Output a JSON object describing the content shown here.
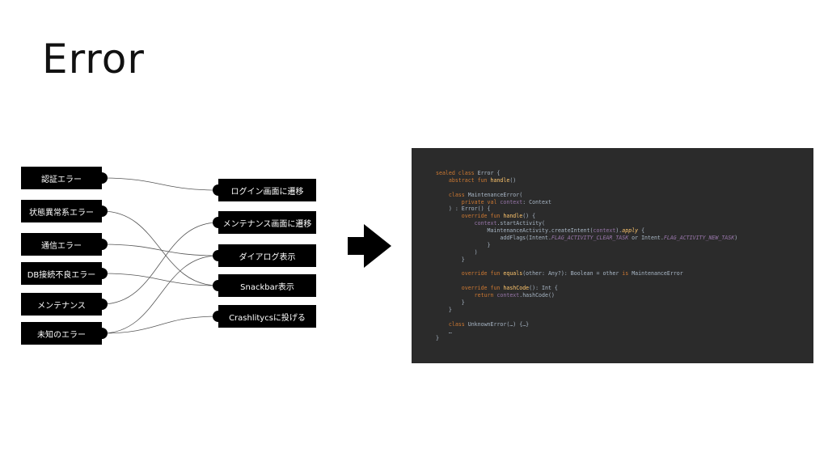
{
  "title": "Error",
  "errors": [
    "認証エラー",
    "状態異常系エラー",
    "通信エラー",
    "DB接続不良エラー",
    "メンテナンス",
    "未知のエラー"
  ],
  "actions": [
    "ログイン画面に遷移",
    "メンテナンス画面に遷移",
    "ダイアログ表示",
    "Snackbar表示",
    "Crashlitycsに投げる"
  ],
  "links": [
    {
      "from": "認証エラー",
      "to": "ログイン画面に遷移"
    },
    {
      "from": "状態異常系エラー",
      "to": "Snackbar表示"
    },
    {
      "from": "通信エラー",
      "to": "ダイアログ表示"
    },
    {
      "from": "DB接続不良エラー",
      "to": "Snackbar表示"
    },
    {
      "from": "メンテナンス",
      "to": "メンテナンス画面に遷移"
    },
    {
      "from": "未知のエラー",
      "to": "ダイアログ表示"
    },
    {
      "from": "未知のエラー",
      "to": "Crashlitycsに投げる"
    }
  ],
  "code": {
    "lines": [
      [
        [
          "kw",
          "sealed class "
        ],
        [
          "t",
          "Error {"
        ]
      ],
      [
        [
          "t",
          "    "
        ],
        [
          "kw",
          "abstract fun "
        ],
        [
          "fn",
          "handle"
        ],
        [
          "t",
          "()"
        ]
      ],
      [
        [
          "t",
          ""
        ]
      ],
      [
        [
          "t",
          "    "
        ],
        [
          "kw",
          "class "
        ],
        [
          "t",
          "MaintenanceError("
        ]
      ],
      [
        [
          "t",
          "        "
        ],
        [
          "kw",
          "private val "
        ],
        [
          "pr",
          "context"
        ],
        [
          "t",
          ": Context"
        ]
      ],
      [
        [
          "t",
          "    ) : Error() {"
        ]
      ],
      [
        [
          "t",
          "        "
        ],
        [
          "kw",
          "override fun "
        ],
        [
          "fn",
          "handle"
        ],
        [
          "t",
          "() {"
        ]
      ],
      [
        [
          "t",
          "            "
        ],
        [
          "pr",
          "context"
        ],
        [
          "t",
          ".startActivity("
        ]
      ],
      [
        [
          "t",
          "                MaintenanceActivity.createIntent("
        ],
        [
          "pr",
          "context"
        ],
        [
          "t",
          ")."
        ],
        [
          "ap",
          "apply"
        ],
        [
          "t",
          " {"
        ]
      ],
      [
        [
          "t",
          "                    addFlags(Intent."
        ],
        [
          "it",
          "FLAG_ACTIVITY_CLEAR_TASK"
        ],
        [
          "t",
          " or Intent."
        ],
        [
          "it",
          "FLAG_ACTIVITY_NEW_TASK"
        ],
        [
          "t",
          ")"
        ]
      ],
      [
        [
          "t",
          "                }"
        ]
      ],
      [
        [
          "t",
          "            )"
        ]
      ],
      [
        [
          "t",
          "        }"
        ]
      ],
      [
        [
          "t",
          ""
        ]
      ],
      [
        [
          "t",
          "        "
        ],
        [
          "kw",
          "override fun "
        ],
        [
          "fn",
          "equals"
        ],
        [
          "t",
          "(other: Any?): Boolean = other "
        ],
        [
          "kw",
          "is "
        ],
        [
          "t",
          "MaintenanceError"
        ]
      ],
      [
        [
          "t",
          ""
        ]
      ],
      [
        [
          "t",
          "        "
        ],
        [
          "kw",
          "override fun "
        ],
        [
          "fn",
          "hashCode"
        ],
        [
          "t",
          "(): Int {"
        ]
      ],
      [
        [
          "t",
          "            "
        ],
        [
          "kw",
          "return "
        ],
        [
          "pr",
          "context"
        ],
        [
          "t",
          ".hashCode()"
        ]
      ],
      [
        [
          "t",
          "        }"
        ]
      ],
      [
        [
          "t",
          "    }"
        ]
      ],
      [
        [
          "t",
          ""
        ]
      ],
      [
        [
          "t",
          "    "
        ],
        [
          "kw",
          "class "
        ],
        [
          "t",
          "UnknownError(…) {…}"
        ]
      ],
      [
        [
          "t",
          "    …"
        ]
      ],
      [
        [
          "t",
          "}"
        ]
      ]
    ]
  }
}
